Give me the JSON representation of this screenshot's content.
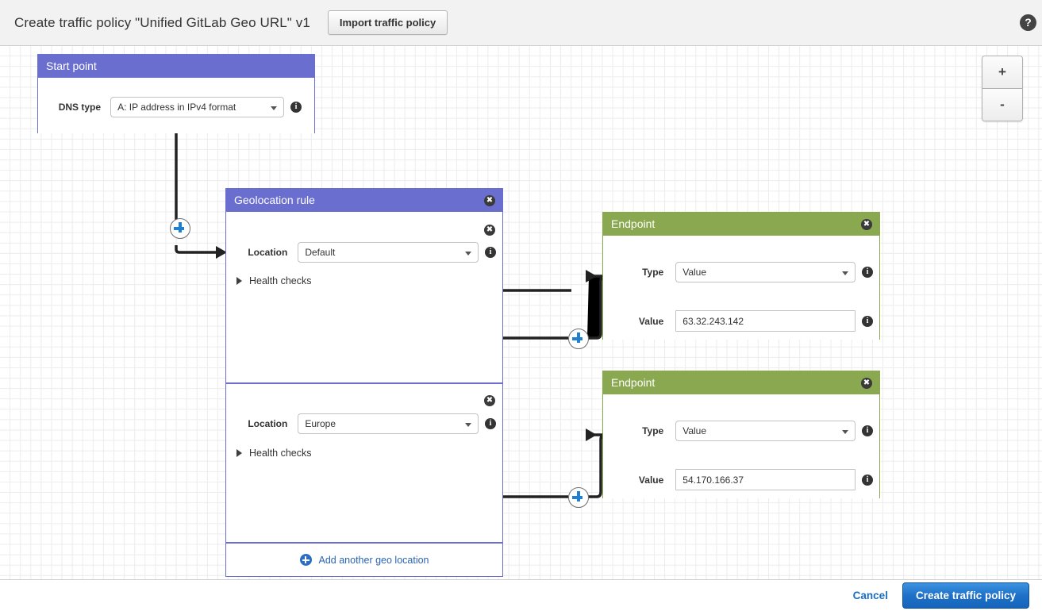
{
  "topbar": {
    "title": "Create traffic policy \"Unified GitLab Geo URL\" v1",
    "import_button": "Import traffic policy",
    "help_glyph": "?"
  },
  "zoom_controls": {
    "zoom_in": "+",
    "zoom_out": "-"
  },
  "icons": {
    "close": "✖",
    "info": "i"
  },
  "start_point": {
    "header": "Start point",
    "dns_type_label": "DNS type",
    "dns_type_value": "A: IP address in IPv4 format"
  },
  "geolocation_rule": {
    "header": "Geolocation rule",
    "locations": [
      {
        "location_label": "Location",
        "location_value": "Default",
        "health_checks_label": "Health checks"
      },
      {
        "location_label": "Location",
        "location_value": "Europe",
        "health_checks_label": "Health checks"
      }
    ],
    "add_location_label": "Add another geo location"
  },
  "endpoints": [
    {
      "header": "Endpoint",
      "type_label": "Type",
      "type_value": "Value",
      "value_label": "Value",
      "value_value": "63.32.243.142"
    },
    {
      "header": "Endpoint",
      "type_label": "Type",
      "type_value": "Value",
      "value_label": "Value",
      "value_value": "54.170.166.37"
    }
  ],
  "footer": {
    "cancel": "Cancel",
    "create": "Create traffic policy"
  },
  "colors": {
    "rule_header": "#6a6ece",
    "endpoint_header": "#8aa84f",
    "primary_button": "#1e70c8",
    "link": "#1a6ec4"
  }
}
